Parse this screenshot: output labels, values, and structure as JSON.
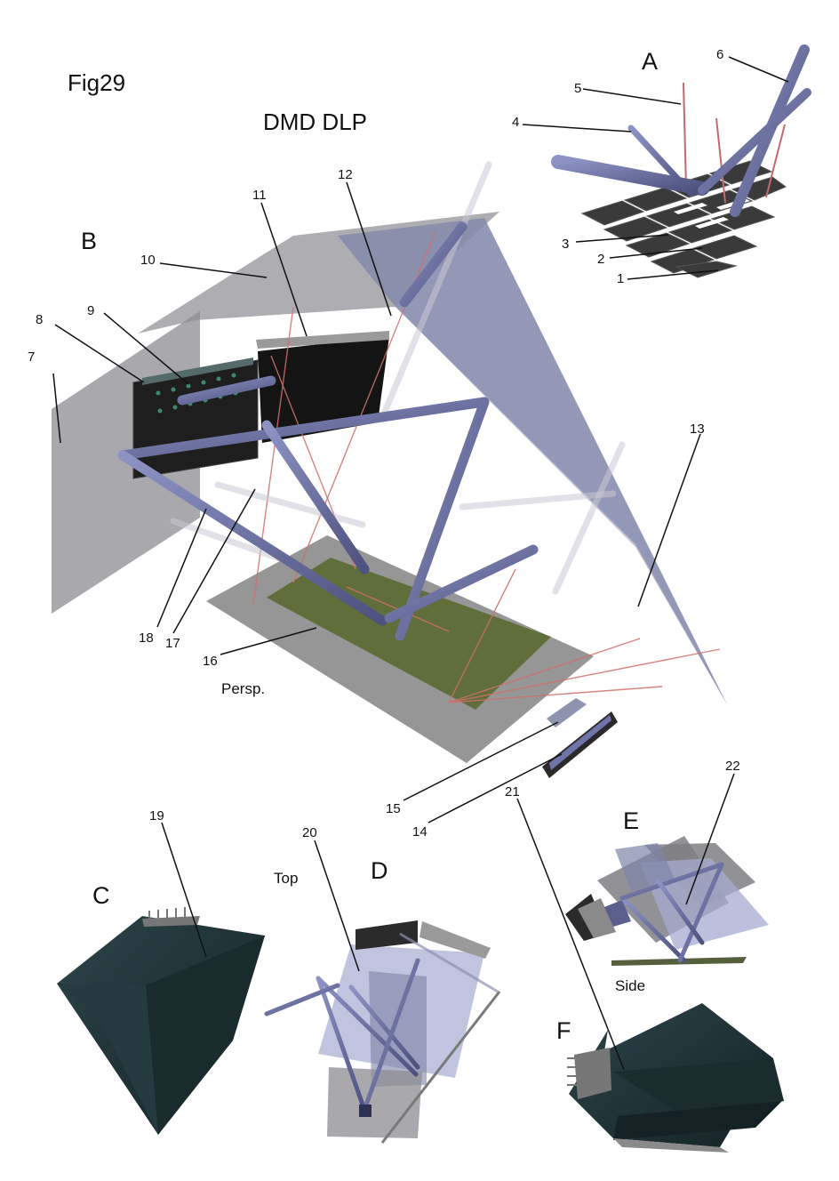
{
  "figure": {
    "title": "Fig29",
    "subtitle": "DMD DLP",
    "panels": {
      "a": "A",
      "b": "B",
      "c": "C",
      "d": "D",
      "e": "E",
      "f": "F"
    },
    "view_labels": {
      "persp": "Persp.",
      "top": "Top",
      "side": "Side"
    },
    "callouts": [
      "1",
      "2",
      "3",
      "4",
      "5",
      "6",
      "7",
      "8",
      "9",
      "10",
      "11",
      "12",
      "13",
      "14",
      "15",
      "16",
      "17",
      "18",
      "19",
      "20",
      "21",
      "22"
    ]
  },
  "colors": {
    "rod": "#6f75a8",
    "panel_gray": "#8c8c92",
    "panel_blue": "#7d84a8",
    "mirror_dark": "#2e2e2e",
    "green_plate": "#5f6e3a",
    "laser": "#d0706c",
    "dark_housing": "#1f3236"
  }
}
